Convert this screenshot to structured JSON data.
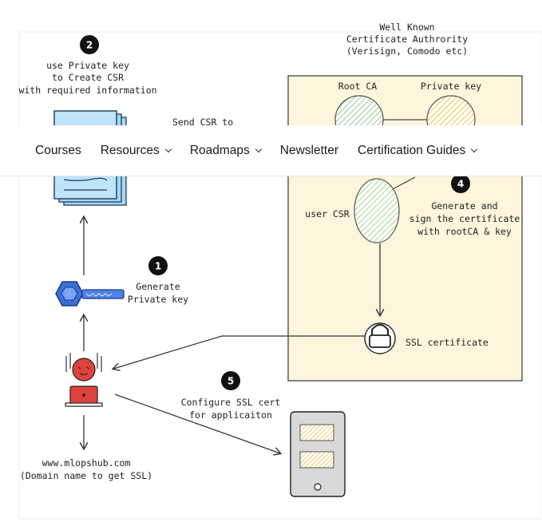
{
  "diagram": {
    "ca_title_line1": "Well Known",
    "ca_title_line2": "Certificate Authrority",
    "ca_title_line3": "(Verisign, Comodo etc)",
    "root_ca_label": "Root CA",
    "private_key_label": "Private key",
    "user_csr_label": "user CSR",
    "step2_number": "2",
    "step2_line1": "use Private key",
    "step2_line2": "to Create CSR",
    "step2_line3": "with required information",
    "send_csr_label": "Send CSR to",
    "step4_number": "4",
    "step4_line1": "Generate and",
    "step4_line2": "sign the certificate",
    "step4_line3": "with rootCA & key",
    "step1_number": "1",
    "step1_line1": "Generate",
    "step1_line2": "Private key",
    "ssl_cert_label": "SSL certificate",
    "step5_number": "5",
    "step5_line1": "Configure SSL cert",
    "step5_line2": "for applicaiton",
    "domain_line1": "www.mlopshub.com",
    "domain_line2": "(Domain name to get SSL)",
    "colors": {
      "ca_box_fill": "#fdf5dc",
      "root_ca_green": "#a8d8a8",
      "private_key_yellow": "#f2c84b",
      "csr_green": "#b8dfa0",
      "doc_blue": "#a6d8f5",
      "key_blue": "#3a6fd8",
      "user_red": "#e0433d",
      "phone_gray": "#d9d9d9",
      "phone_screen_yellow": "#f5cc66"
    }
  },
  "navbar": {
    "items": [
      {
        "label": "Courses",
        "has_dropdown": false
      },
      {
        "label": "Resources",
        "has_dropdown": true
      },
      {
        "label": "Roadmaps",
        "has_dropdown": true
      },
      {
        "label": "Newsletter",
        "has_dropdown": false
      },
      {
        "label": "Certification Guides",
        "has_dropdown": true
      }
    ]
  }
}
